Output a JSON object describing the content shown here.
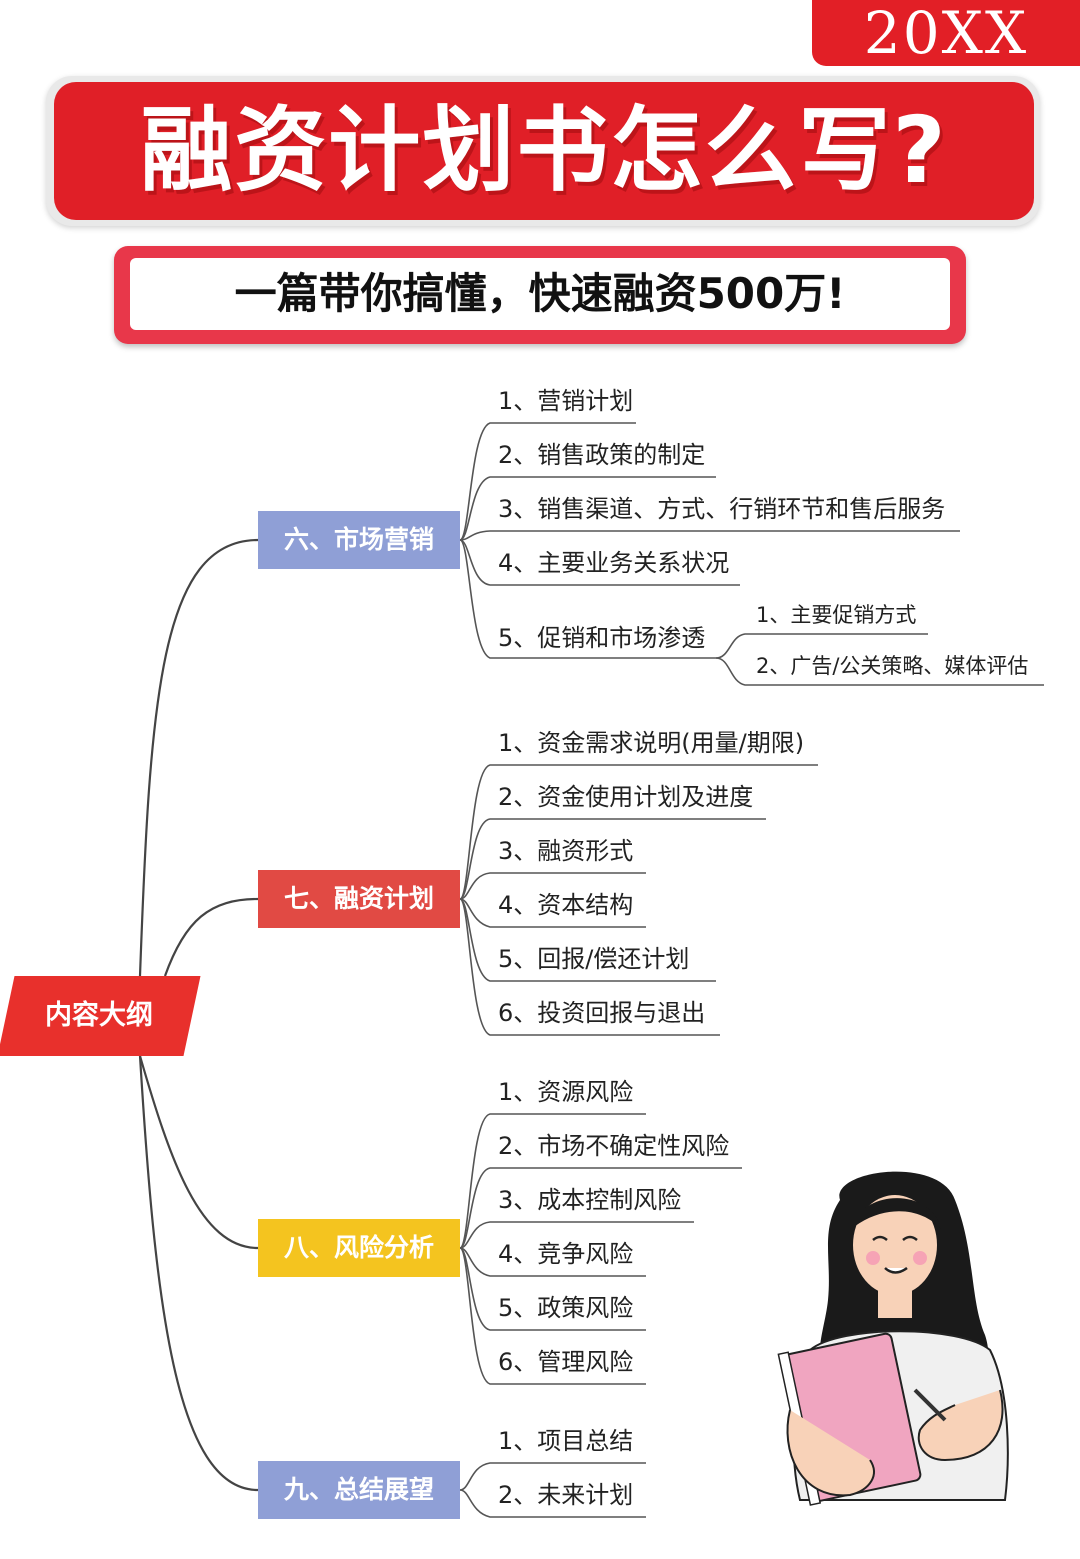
{
  "header": {
    "year": "20XX",
    "title": "融资计划书怎么写?",
    "subtitle": "一篇带你搞懂，快速融资500万!"
  },
  "outline": {
    "root": "内容大纲",
    "colors": {
      "root": "#e8302c",
      "marketing": "#8f9fd6",
      "financing": "#e14a44",
      "risk": "#f4c41f",
      "summary": "#8f9fd6"
    },
    "marketing": {
      "label": "六、市场营销",
      "items": [
        "1、营销计划",
        "2、销售政策的制定",
        "3、销售渠道、方式、行销环节和售后服务",
        "4、主要业务关系状况",
        "5、促销和市场渗透"
      ],
      "sub_items": [
        "1、主要促销方式",
        "2、广告/公关策略、媒体评估"
      ]
    },
    "financing": {
      "label": "七、融资计划",
      "items": [
        "1、资金需求说明(用量/期限)",
        "2、资金使用计划及进度",
        "3、融资形式",
        "4、资本结构",
        "5、回报/偿还计划",
        "6、投资回报与退出"
      ]
    },
    "risk": {
      "label": "八、风险分析",
      "items": [
        "1、资源风险",
        "2、市场不确定性风险",
        "3、成本控制风险",
        "4、竞争风险",
        "5、政策风险",
        "6、管理风险"
      ]
    },
    "summary": {
      "label": "九、总结展望",
      "items": [
        "1、项目总结",
        "2、未来计划"
      ]
    }
  }
}
